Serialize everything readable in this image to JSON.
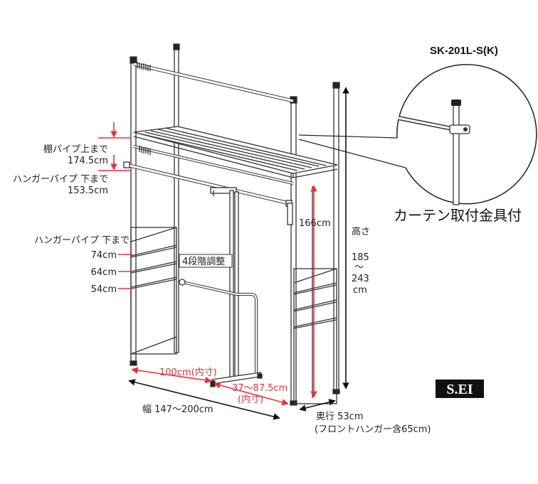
{
  "model": "SK-201L-S(K)",
  "logo": "S.EI",
  "inset_caption": "カーテン取付金具付",
  "labels": {
    "shelf_pipe_top": "棚パイプ上まで",
    "shelf_pipe_top_value": "174.5cm",
    "hanger_pipe_low": "ハンガーパイプ 下まで",
    "hanger_pipe_low_value": "153.5cm",
    "hanger_pipe_levels_title": "ハンガーパイプ 下まで",
    "level_1": "74cm",
    "level_2": "64cm",
    "level_3": "54cm",
    "four_step": "4段階調整",
    "inner_width": "100cm(内寸)",
    "front_range": "37～87.5cm",
    "front_range_note": "(内寸)",
    "side_height": "166cm",
    "height_title": "高さ",
    "height_min": "185",
    "height_tilde": "～",
    "height_max": "243",
    "height_unit": "cm",
    "width": "幅 147～200cm",
    "depth": "奥行 53cm",
    "depth_note": "(フロントハンガー含65cm)"
  },
  "colors": {
    "accent": "#e8323c",
    "frame": "#333333",
    "text": "#222222"
  }
}
